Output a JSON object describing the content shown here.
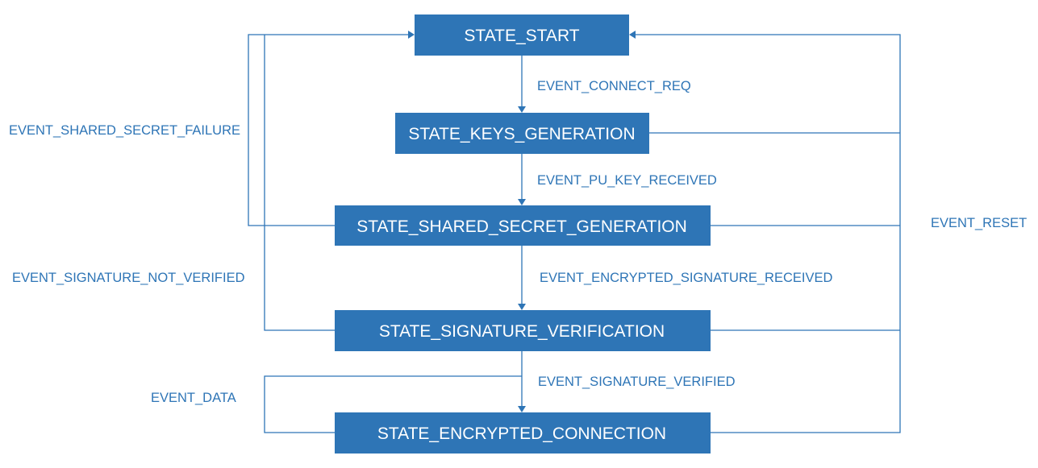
{
  "states": {
    "start": "STATE_START",
    "keys_generation": "STATE_KEYS_GENERATION",
    "shared_secret_generation": "STATE_SHARED_SECRET_GENERATION",
    "signature_verification": "STATE_SIGNATURE_VERIFICATION",
    "encrypted_connection": "STATE_ENCRYPTED_CONNECTION"
  },
  "events": {
    "connect_req": "EVENT_CONNECT_REQ",
    "pu_key_received": "EVENT_PU_KEY_RECEIVED",
    "encrypted_signature_received": "EVENT_ENCRYPTED_SIGNATURE_RECEIVED",
    "signature_verified": "EVENT_SIGNATURE_VERIFIED",
    "shared_secret_failure": "EVENT_SHARED_SECRET_FAILURE",
    "signature_not_verified": "EVENT_SIGNATURE_NOT_VERIFIED",
    "data": "EVENT_DATA",
    "reset": "EVENT_RESET"
  },
  "colors": {
    "state_fill": "#2e75b6",
    "state_text": "#ffffff",
    "edge": "#2e75b6",
    "label_text": "#2e75b6"
  }
}
